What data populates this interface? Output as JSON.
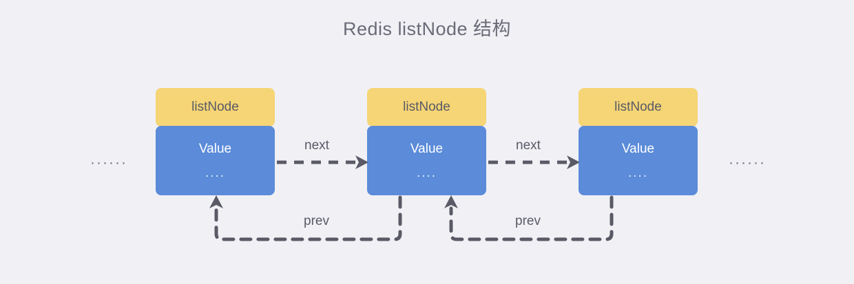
{
  "diagram": {
    "title": "Redis listNode 结构",
    "background_color": "#f0f0f5",
    "title_color": "#6b6b78",
    "node_header_color": "#f5d575",
    "node_body_color": "#5b8bd9",
    "connector_color": "#5a5a66"
  },
  "ellipsis": {
    "left": "······",
    "right": "······"
  },
  "nodes": [
    {
      "header": "listNode",
      "value_label": "Value",
      "value_dots": "...."
    },
    {
      "header": "listNode",
      "value_label": "Value",
      "value_dots": "...."
    },
    {
      "header": "listNode",
      "value_label": "Value",
      "value_dots": "...."
    }
  ],
  "edges": [
    {
      "label": "next",
      "from": "node-1",
      "to": "node-2",
      "direction": "right"
    },
    {
      "label": "next",
      "from": "node-2",
      "to": "node-3",
      "direction": "right"
    },
    {
      "label": "prev",
      "from": "node-2",
      "to": "node-1",
      "direction": "left"
    },
    {
      "label": "prev",
      "from": "node-3",
      "to": "node-2",
      "direction": "left"
    }
  ]
}
